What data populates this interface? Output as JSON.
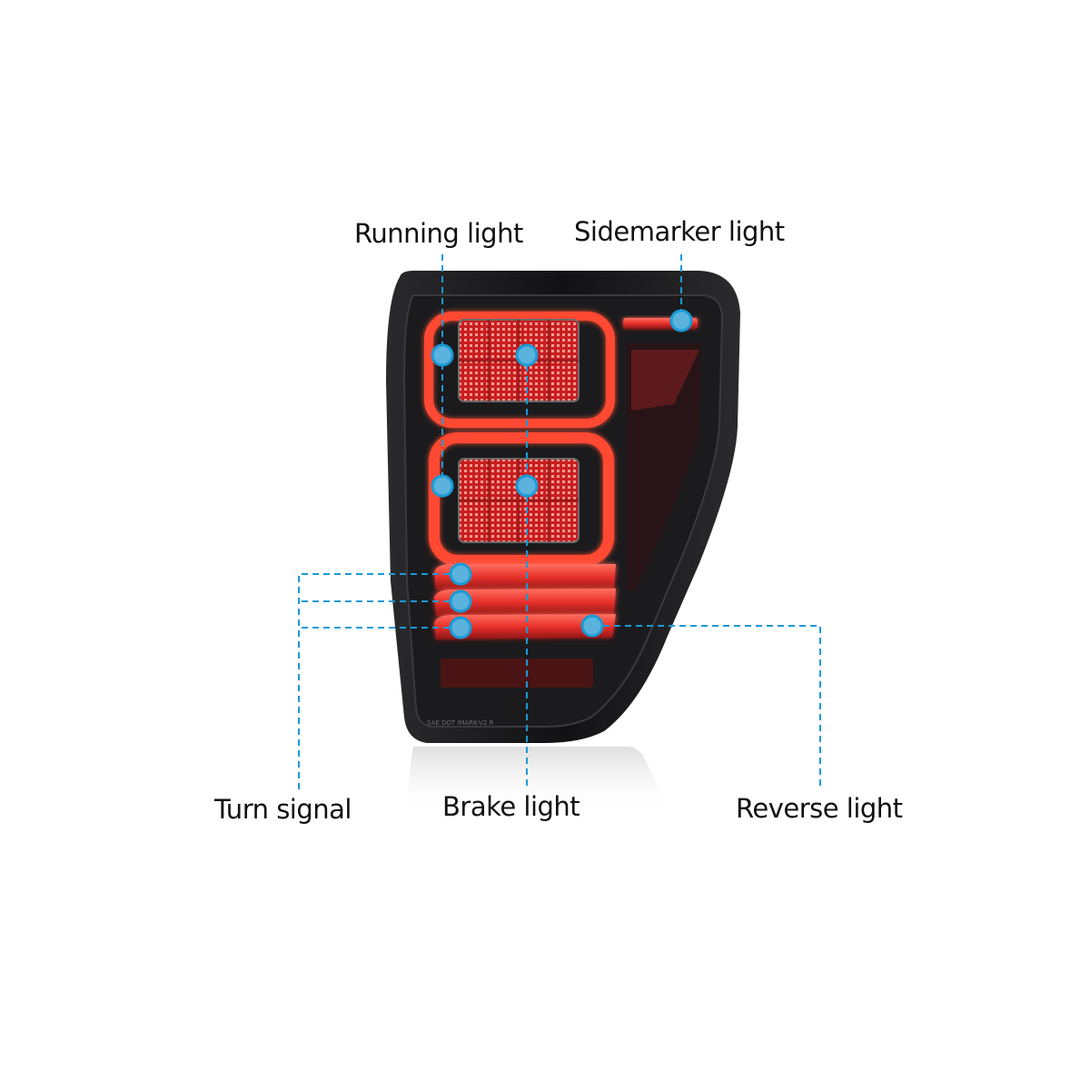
{
  "diagram": {
    "subject": "LED tail light assembly",
    "accent_color": "#1a9ad6",
    "dot_fill_color": "#5bb3dd",
    "housing_color": "#1a1a1c",
    "lens_red": "#e0241c",
    "glow_red": "#ff4a30",
    "labels": {
      "running_light": "Running light",
      "sidemarker_light": "Sidemarker light",
      "turn_signal": "Turn signal",
      "brake_light": "Brake light",
      "reverse_light": "Reverse light"
    },
    "housing_text": "SAE DOT IMARK-V2 R"
  }
}
